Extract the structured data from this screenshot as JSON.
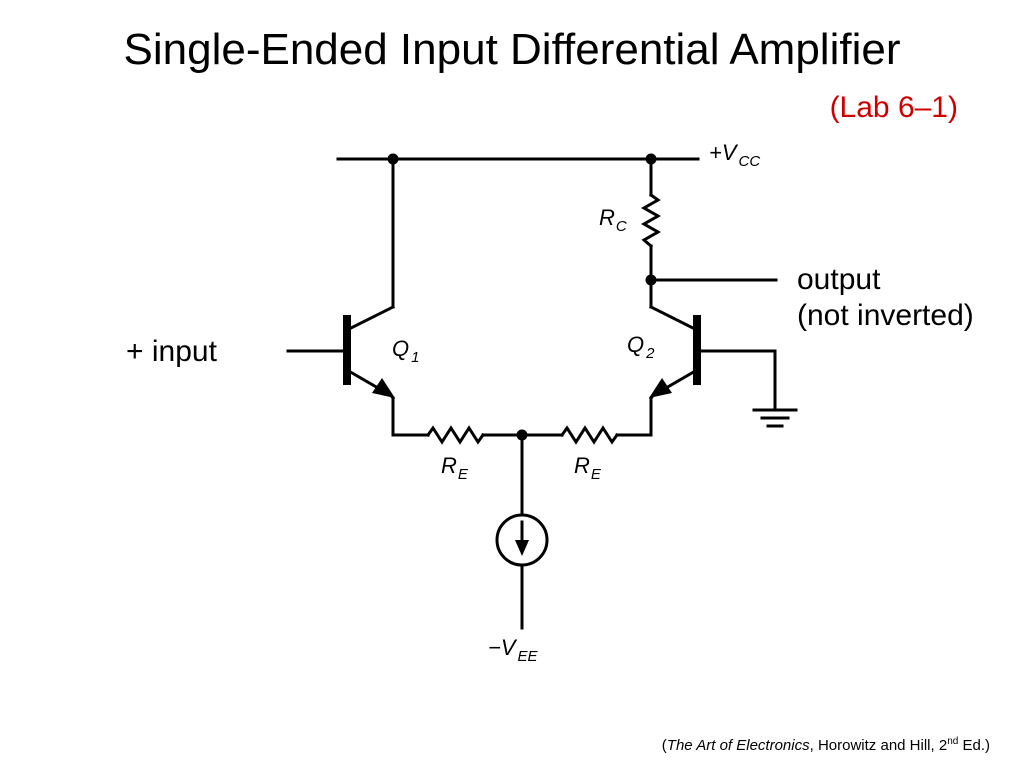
{
  "title": "Single-Ended Input Differential Amplifier",
  "lab_reference": "(Lab 6–1)",
  "input_label": "+ input",
  "output_label": {
    "line1": "output",
    "line2": "(not inverted)"
  },
  "components": {
    "vcc": {
      "prefix": "+V",
      "subscript": "CC"
    },
    "vee": {
      "prefix": "−V",
      "subscript": "EE"
    },
    "rc": {
      "name": "R",
      "subscript": "C"
    },
    "re_left": {
      "name": "R",
      "subscript": "E"
    },
    "re_right": {
      "name": "R",
      "subscript": "E"
    },
    "q1": {
      "name": "Q",
      "subscript": "1"
    },
    "q2": {
      "name": "Q",
      "subscript": "2"
    }
  },
  "citation": {
    "open": "(",
    "book": "The Art of Electronics",
    "authors": ", Horowitz and Hill, 2",
    "edition_sup": "nd",
    "close": " Ed.)"
  },
  "colors": {
    "accent": "#cc0000",
    "ink": "#000000"
  }
}
